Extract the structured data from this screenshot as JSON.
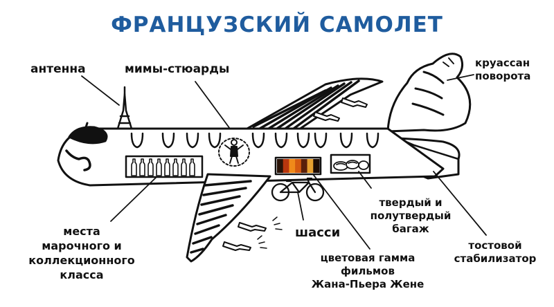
{
  "title": "ФРАНЦУЗСКИЙ САМОЛЕТ",
  "labels": {
    "antenna": "антенна",
    "mimes": "мимы-стюарды",
    "croissant": [
      "круассан",
      "поворота"
    ],
    "seats": [
      "места",
      "марочного и",
      "коллекционного",
      "класса"
    ],
    "gear": "шасси",
    "luggage": [
      "твердый и",
      "полутвердый",
      "багаж"
    ],
    "films": [
      "цветовая гамма",
      "фильмов",
      "Жана-Пьера Жене"
    ],
    "stabilizer": [
      "тостовой",
      "стабилизатор"
    ]
  },
  "colors": {
    "title": "#1f5c9e",
    "ink": "#111111",
    "film": [
      "#2a1408",
      "#b8360e",
      "#f08a1a",
      "#d45a10",
      "#5a200a",
      "#e8a030",
      "#1e0c04"
    ]
  },
  "icons": [
    "eiffel-tower-icon",
    "beret-icon",
    "mustache-icon",
    "mime-icon",
    "wine-bottle-icon",
    "bicycle-icon",
    "cheese-icon",
    "croissant-icon",
    "toast-icon",
    "champagne-bottle-icon"
  ]
}
